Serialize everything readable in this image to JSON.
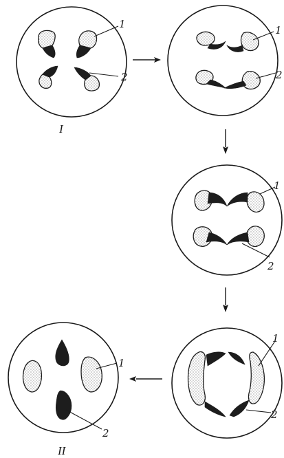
{
  "figure": {
    "stage_labels": {
      "first": "I",
      "last": "II"
    },
    "part_labels": {
      "one": "1",
      "two": "2"
    },
    "colors": {
      "ink": "#1a1a1a",
      "dark_part": "#1d1d1d",
      "pale_part": "#ffffff"
    }
  }
}
